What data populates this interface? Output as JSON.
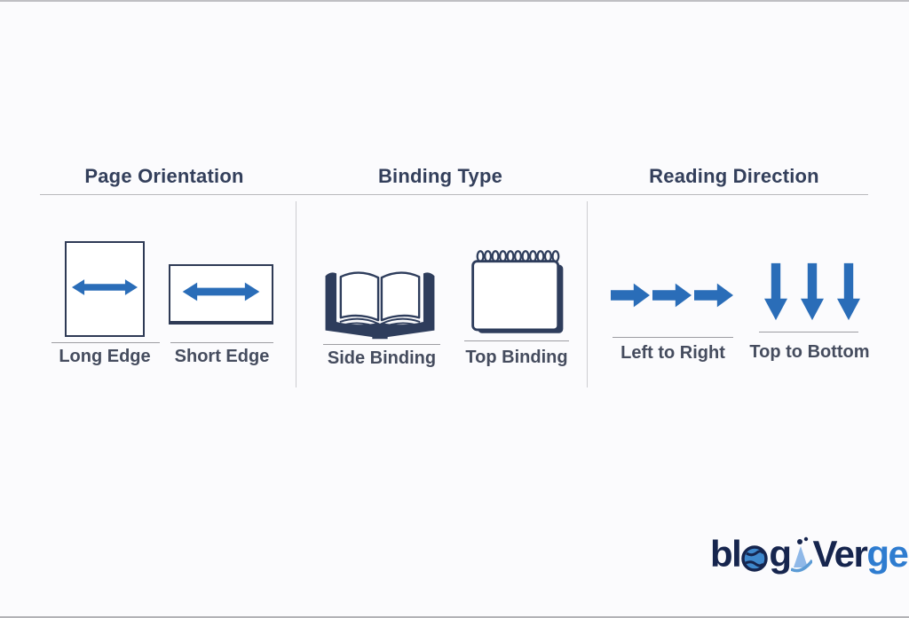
{
  "colors": {
    "background": "#fbfbfd",
    "arrow_blue": "#2a6db8",
    "icon_navy": "#2e3d5c",
    "heading_color": "#333f5b",
    "label_color": "#454c5e",
    "divider_gray": "#cdcdd1",
    "logo_dark_blue": "#16254e",
    "logo_light_blue": "#2e7cd0"
  },
  "columns": [
    {
      "title": "Page Orientation",
      "items": [
        {
          "label": "Long Edge",
          "icon": "portrait-page-double-arrow"
        },
        {
          "label": "Short Edge",
          "icon": "landscape-page-double-arrow"
        }
      ]
    },
    {
      "title": "Binding Type",
      "items": [
        {
          "label": "Side Binding",
          "icon": "open-book"
        },
        {
          "label": "Top Binding",
          "icon": "spiral-notepad"
        }
      ]
    },
    {
      "title": "Reading Direction",
      "items": [
        {
          "label": "Left to Right",
          "icon": "three-right-arrows"
        },
        {
          "label": "Top to Bottom",
          "icon": "three-down-arrows"
        }
      ]
    }
  ],
  "logo": {
    "name": "blogVerge",
    "seg1": "bl",
    "seg2": "g",
    "seg3": "Ver",
    "seg4": "ge"
  }
}
